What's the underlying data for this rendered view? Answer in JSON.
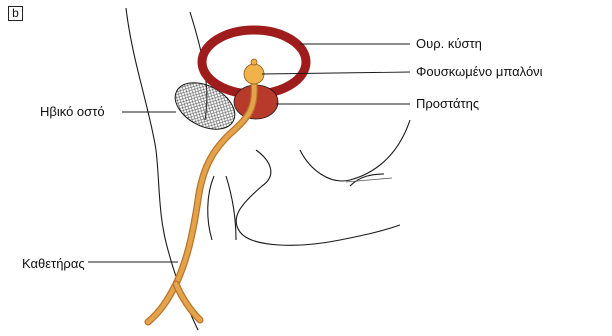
{
  "panel_letter": "b",
  "labels": {
    "bladder": "Ουρ. κύστη",
    "balloon": "Φουσκωμένο μπαλόνι",
    "prostate": "Προστάτης",
    "pubic_bone": "Ηβικό οστό",
    "catheter": "Καθετήρας"
  },
  "colors": {
    "bladder_wall": "#9e1c1c",
    "prostate": "#b73a2a",
    "catheter": "#e4a24a",
    "catheter_outline": "#b8742a",
    "balloon": "#f2b24a",
    "outline": "#1a1a1a"
  }
}
